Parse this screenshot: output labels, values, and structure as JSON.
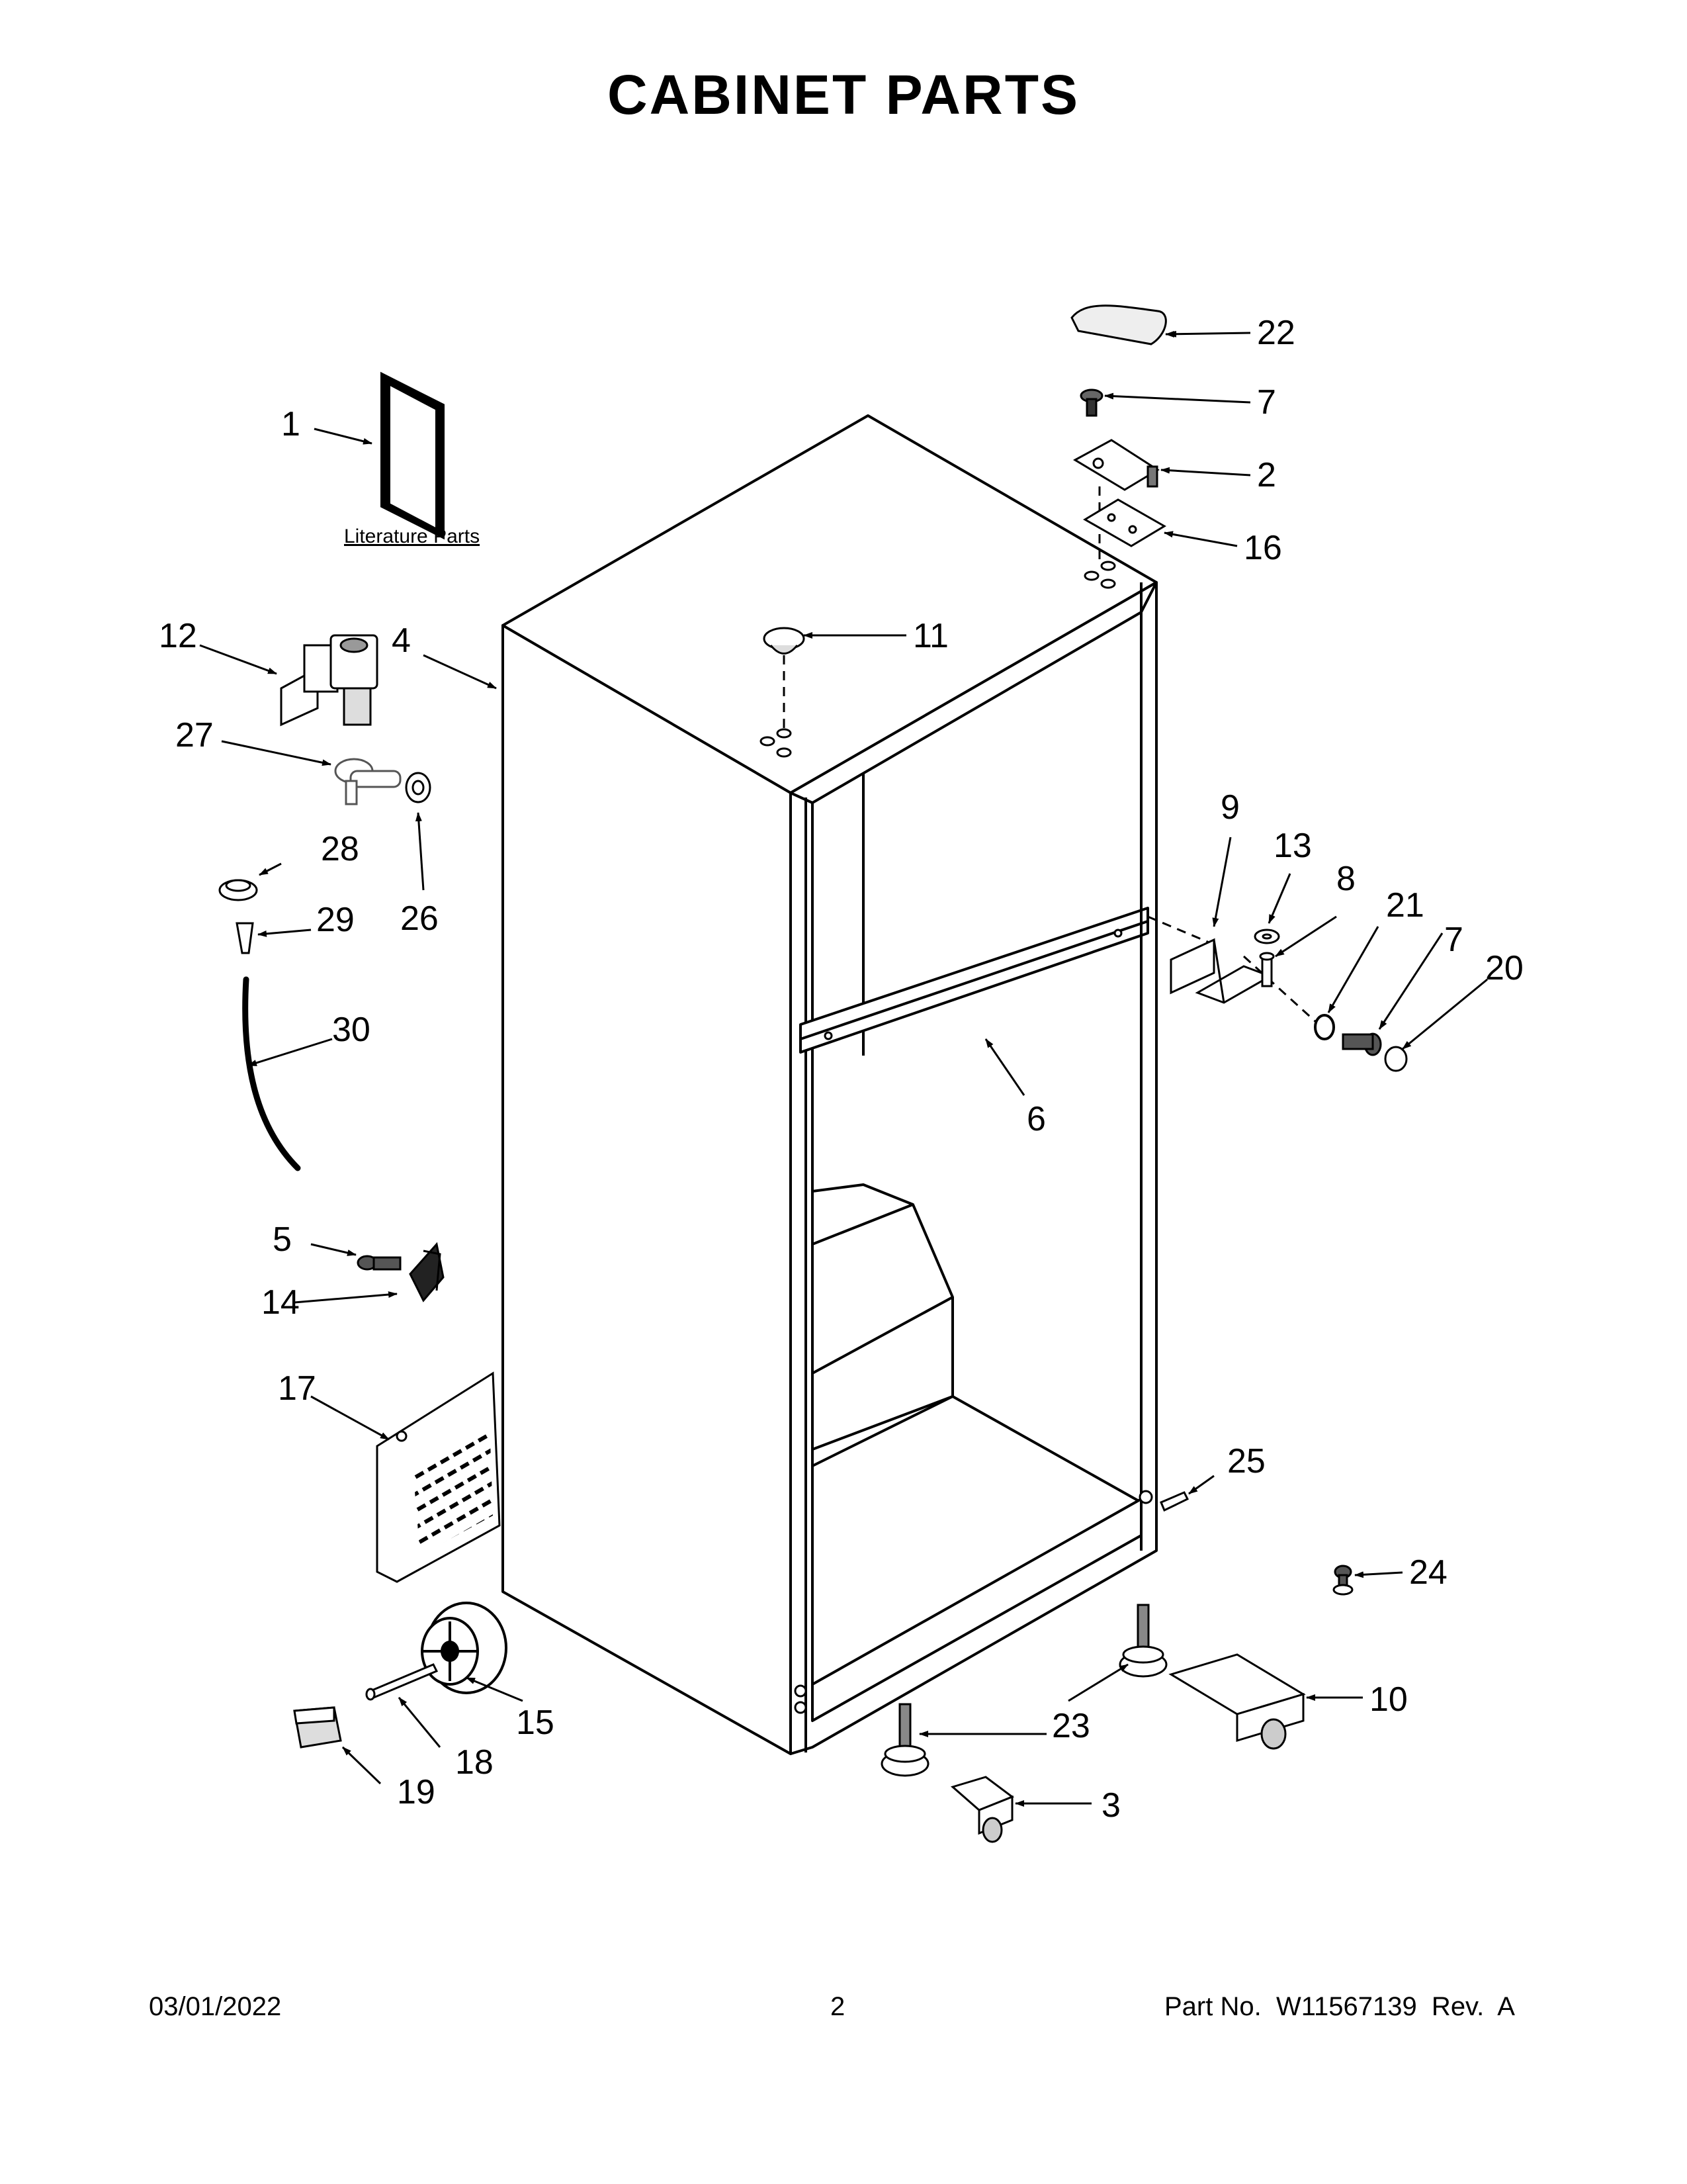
{
  "title": "CABINET PARTS",
  "literature_label": "Literature Parts",
  "callouts": {
    "c1": "1",
    "c2": "2",
    "c3": "3",
    "c4": "4",
    "c5": "5",
    "c6": "6",
    "c7a": "7",
    "c7b": "7",
    "c8": "8",
    "c9": "9",
    "c10": "10",
    "c11": "11",
    "c12": "12",
    "c13": "13",
    "c14": "14",
    "c15": "15",
    "c16": "16",
    "c17": "17",
    "c18": "18",
    "c19": "19",
    "c20": "20",
    "c21": "21",
    "c22": "22",
    "c23": "23",
    "c24": "24",
    "c25": "25",
    "c26": "26",
    "c27": "27",
    "c28": "28",
    "c29": "29",
    "c30": "30"
  },
  "footer": {
    "date": "03/01/2022",
    "page": "2",
    "part_no": "Part No.  W11567139  Rev.  A"
  }
}
